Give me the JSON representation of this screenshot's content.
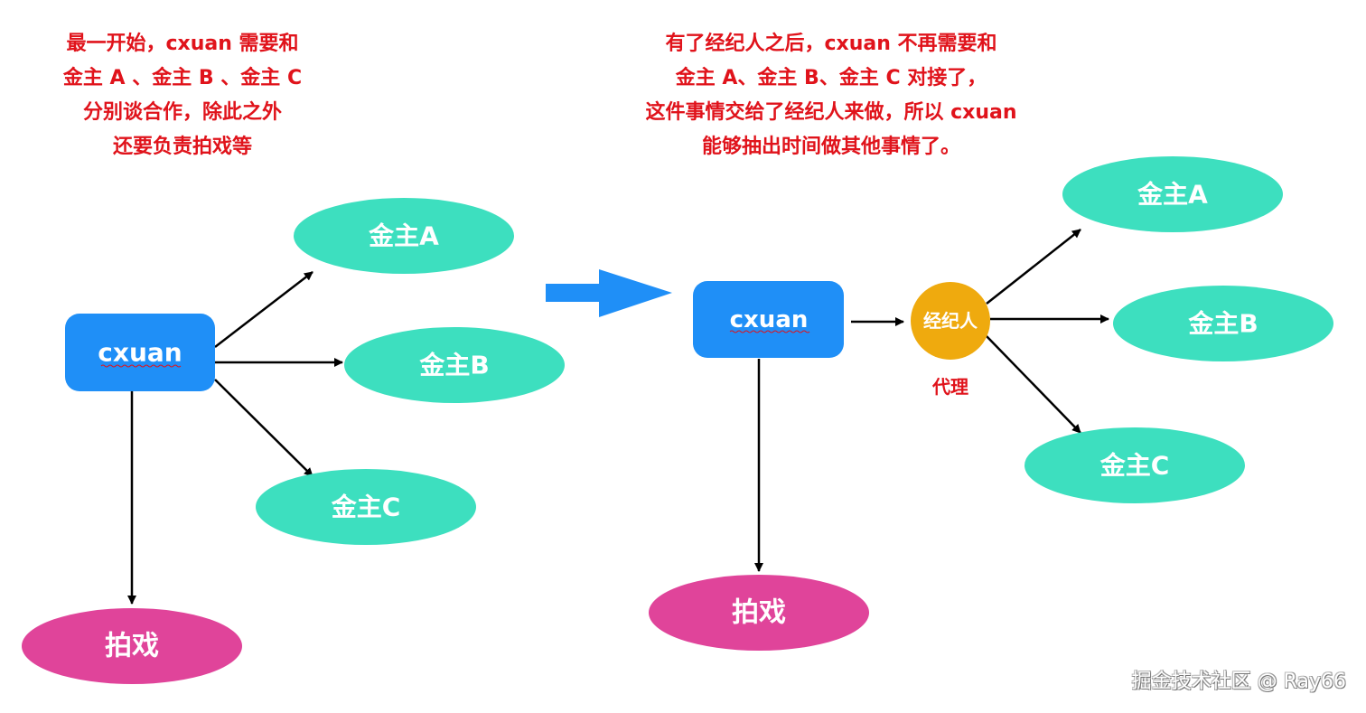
{
  "colors": {
    "note_text": "#e0131b",
    "person_box": "#1f8ff7",
    "sponsor_ellipse": "#3ddfbf",
    "filming_ellipse": "#e0449a",
    "agent_circle": "#efaa0e",
    "transition_arrow": "#1f8ff7"
  },
  "left_panel": {
    "note_lines": [
      "最一开始，cxuan 需要和",
      "金主 A 、金主 B 、金主 C",
      "分别谈合作，除此之外",
      "还要负责拍戏等"
    ],
    "person": "cxuan",
    "sponsors": [
      "金主A",
      "金主B",
      "金主C"
    ],
    "filming": "拍戏"
  },
  "right_panel": {
    "note_lines": [
      "有了经纪人之后，cxuan 不再需要和",
      "金主 A、金主 B、金主 C 对接了，",
      "这件事情交给了经纪人来做，所以 cxuan",
      "能够抽出时间做其他事情了。"
    ],
    "person": "cxuan",
    "agent": "经纪人",
    "agent_caption": "代理",
    "sponsors": [
      "金主A",
      "金主B",
      "金主C"
    ],
    "filming": "拍戏"
  },
  "watermark": "掘金技术社区 @ Ray66"
}
